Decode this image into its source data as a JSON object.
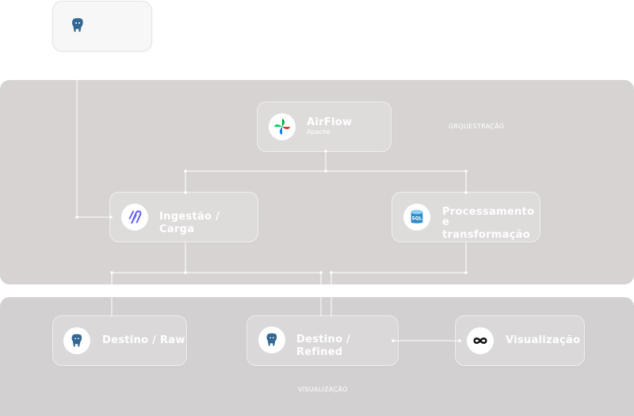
{
  "sections": {
    "orchestration": "ORQUESTRAÇÃO",
    "visualization": "VISUALIZAÇÃO"
  },
  "nodes": {
    "source_db": {
      "icon": "postgresql-elephant-icon"
    },
    "airflow": {
      "title": "AirFlow",
      "subtitle": "Apache",
      "icon": "airflow-pinwheel-icon"
    },
    "ingestion": {
      "title": "Ingestão / Carga",
      "icon": "airbyte-icon"
    },
    "processing": {
      "title_line1": "Processamento",
      "title_line2": "e transformação",
      "icon": "sql-database-icon"
    },
    "raw": {
      "title": "Destino / Raw",
      "icon": "postgresql-elephant-icon"
    },
    "refined": {
      "title": "Destino / Refined",
      "icon": "postgresql-elephant-icon"
    },
    "viz": {
      "title": "Visualização",
      "icon": "metabase-infinity-icon"
    }
  },
  "colors": {
    "orchestration_band": "#d7d3d3",
    "visualization_band": "#d2d0d0",
    "connector": "#ffffff",
    "postgres_blue": "#336791",
    "airbyte_purple": "#615eff",
    "sql_blue": "#2e8bc9"
  }
}
